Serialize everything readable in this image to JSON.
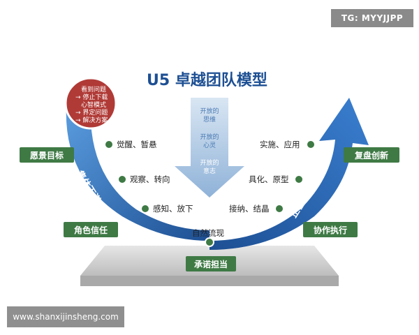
{
  "title": "U5 卓越团队模型",
  "watermarks": {
    "top": "TG: MYYJJPP",
    "bottom": "www.shanxijinsheng.com"
  },
  "circle_items": [
    "看到问题",
    "→ 停止下载",
    "心智模式",
    "→ 界定问题",
    "→ 解决方案"
  ],
  "center_arrow": {
    "sections": [
      {
        "line1": "开放的",
        "line2": "思维"
      },
      {
        "line1": "开放的",
        "line2": "心灵"
      },
      {
        "line1": "开放的",
        "line2": "意志"
      }
    ]
  },
  "left_band_label": "集体下潜",
  "right_band_label": "正在生成的未来",
  "left_labels": [
    "觉醒、暂悬",
    "观察、转向",
    "感知、放下"
  ],
  "right_labels": [
    "实施、应用",
    "具化、原型",
    "接纳、结晶"
  ],
  "bottom_label": "自然流现",
  "boxes": {
    "vision": "愿景目标",
    "role": "角色信任",
    "commit": "承诺担当",
    "renew": "复盘创新",
    "collab": "协作执行"
  },
  "colors": {
    "blue_dark": "#1d4f93",
    "blue_light": "#4a8fd6",
    "green": "#3f7a45",
    "red": "#b03a36",
    "platform": "#cfcfcf"
  }
}
